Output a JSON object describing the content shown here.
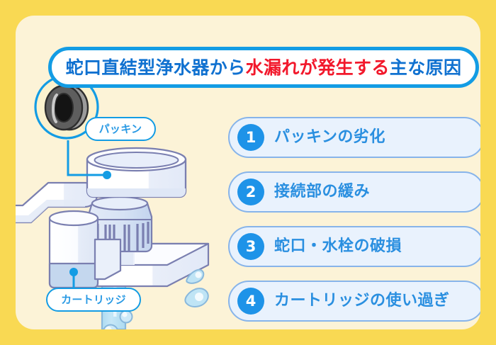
{
  "poster": {
    "frame_color": "#F9D953",
    "panel_color": "#FCF3D7"
  },
  "title": {
    "part_blue_1": "蛇口直結型浄水器から",
    "part_red": "水漏れが発生する",
    "part_blue_2": "主な原因",
    "blue_color": "#1071D0",
    "red_color": "#F2182B",
    "border_color": "#139CE4"
  },
  "reasons": {
    "accent_color": "#1E93E8",
    "pill_fill": "#E9F2FD",
    "pill_border": "#87B4EA",
    "items": [
      {
        "number": "1",
        "label": "パッキンの劣化"
      },
      {
        "number": "2",
        "label": "接続部の緩み"
      },
      {
        "number": "3",
        "label": "蛇口・水栓の破損"
      },
      {
        "number": "4",
        "label": "カートリッジの使い過ぎ"
      }
    ]
  },
  "illustration": {
    "alt": "蛇口直結型浄水器のイラスト",
    "callouts": [
      {
        "name": "packing",
        "label": "パッキン"
      },
      {
        "name": "cartridge",
        "label": "カートリッジ"
      }
    ],
    "colors": {
      "outline": "#7A7FB0",
      "body_white": "#FDFDFF",
      "body_shadow": "#E7ECF8",
      "collar": "#CFDDF2",
      "water": "#BFE4F5",
      "callout_line": "#139CE4",
      "gasket_dark": "#3A3A3A",
      "gasket_gray": "#9A9A9A"
    }
  }
}
